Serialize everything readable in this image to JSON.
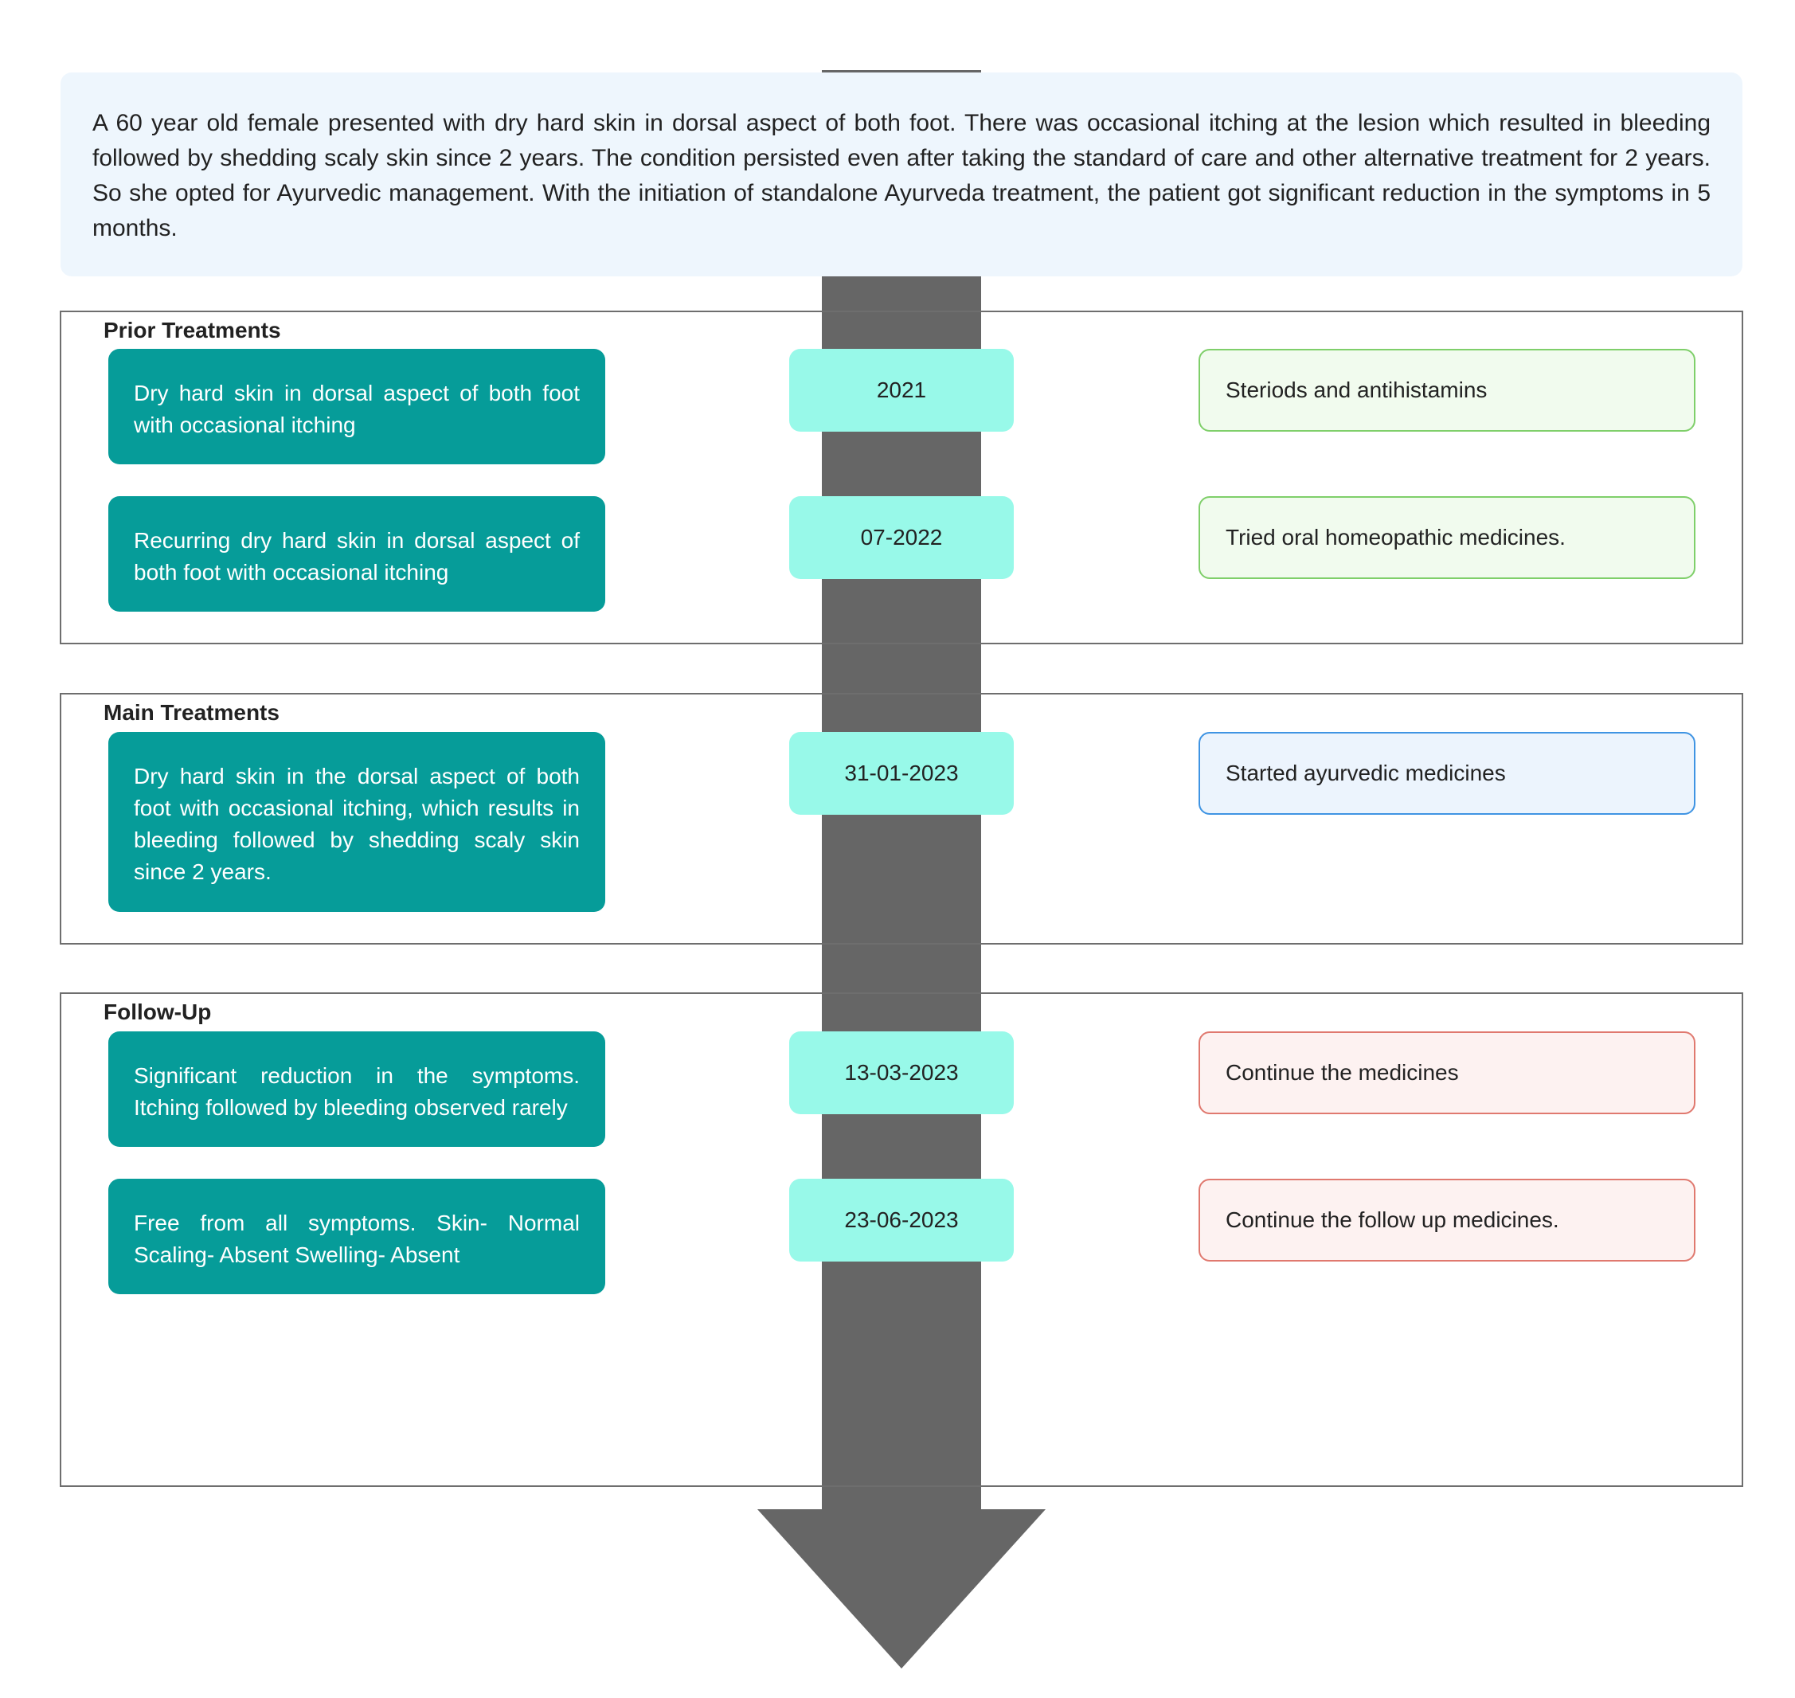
{
  "summary": "A 60 year old female presented with dry hard skin in dorsal aspect of both foot. There was occasional itching at the lesion which resulted in bleeding followed by shedding scaly skin since 2 years. The condition persisted even after taking the standard of care and other alternative treatment for 2 years. So she opted for Ayurvedic management. With the initiation of standalone Ayurveda treatment, the patient got significant reduction in the symptoms in 5 months.",
  "colors": {
    "timeline": "#666666",
    "summary_bg": "#eef6fd",
    "finding_bg": "#069c99",
    "date_bg": "#98f9e9",
    "prior_action_border": "#7fcf6a",
    "main_action_border": "#3f94e3",
    "followup_action_border": "#e0796f"
  },
  "sections": [
    {
      "title": "Prior Treatments",
      "entries": [
        {
          "finding": "Dry hard skin in dorsal aspect of both foot with occasional itching",
          "date": "2021",
          "action": "Steriods and antihistamins"
        },
        {
          "finding": "Recurring dry hard skin in dorsal aspect of both foot with occasional itching",
          "date": "07-2022",
          "action": "Tried oral homeopathic medicines."
        }
      ]
    },
    {
      "title": "Main Treatments",
      "entries": [
        {
          "finding": "Dry hard skin in the dorsal aspect of both foot with occasional itching, which results in bleeding followed by shedding scaly skin since 2 years.",
          "date": "31-01-2023",
          "action": "Started ayurvedic medicines"
        }
      ]
    },
    {
      "title": "Follow-Up",
      "entries": [
        {
          "finding": "Significant reduction in the symptoms. Itching followed by bleeding observed rarely",
          "date": "13-03-2023",
          "action": "Continue the medicines"
        },
        {
          "finding": "Free from all symptoms. Skin- Normal Scaling- Absent Swelling- Absent",
          "date": "23-06-2023",
          "action": "Continue the follow up medicines."
        }
      ]
    }
  ]
}
